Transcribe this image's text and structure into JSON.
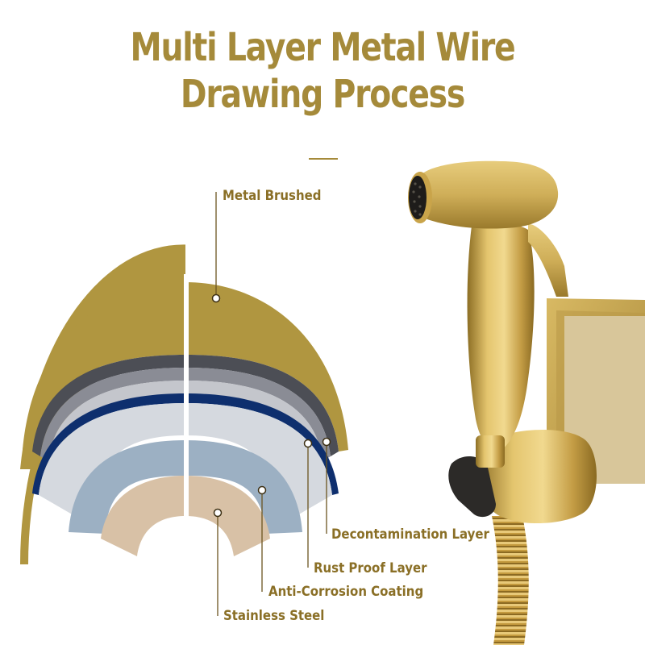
{
  "title": {
    "line1": "Multi Layer Metal Wire",
    "line2": "Drawing Process"
  },
  "layers": [
    {
      "key": "metal_brushed",
      "label": "Metal Brushed"
    },
    {
      "key": "decontamination",
      "label": "Decontamination Layer"
    },
    {
      "key": "rust_proof",
      "label": "Rust Proof Layer"
    },
    {
      "key": "anti_corrosion",
      "label": "Anti-Corrosion Coating"
    },
    {
      "key": "stainless_steel",
      "label": "Stainless Steel"
    }
  ],
  "colors": {
    "title": "#a58a3a",
    "label": "#8a6f26",
    "gold_outer": "#b09640",
    "gold_outer_right": "#a58d3c",
    "dark_gray": "#4c4e55",
    "mid_gray": "#8a8c95",
    "light_gray": "#c4c6cc",
    "navy": "#0e2f6e",
    "blue_gray": "#9cb0c3",
    "beige": "#d8c1a6",
    "brass": "#c9a44a"
  },
  "product": {
    "name": "brushed-gold-bidet-sprayer",
    "parts": [
      "sprayer-head",
      "trigger-lever",
      "sprayer-handle",
      "wall-holder",
      "mounting-bracket",
      "flexible-hose"
    ]
  }
}
